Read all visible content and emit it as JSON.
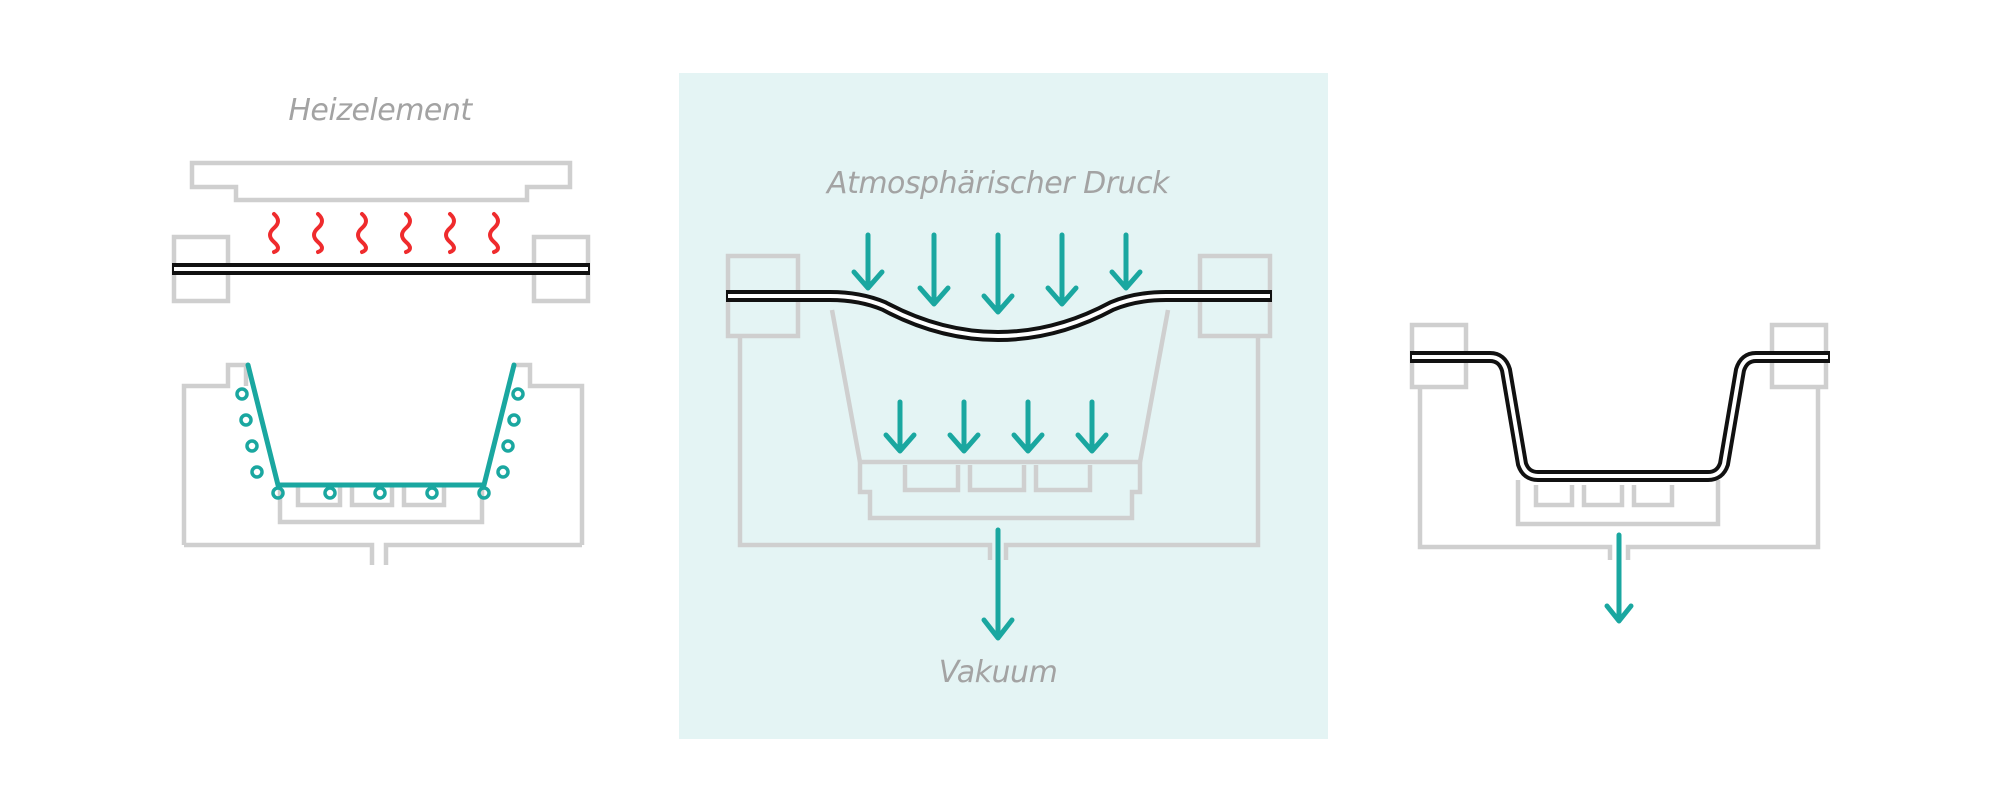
{
  "diagram": {
    "steps": [
      {
        "label": "Heizelement"
      },
      {
        "label": "Atmosphärischer Druck",
        "bottom_label": "Vakuum"
      },
      {
        "label": ""
      }
    ],
    "colors": {
      "mould": "#cfcfcf",
      "vacuum_arrows": "#1aa7a0",
      "heating": "#ef2b2d",
      "sheet": "#111111",
      "highlight_panel": "#e4f4f4"
    }
  }
}
